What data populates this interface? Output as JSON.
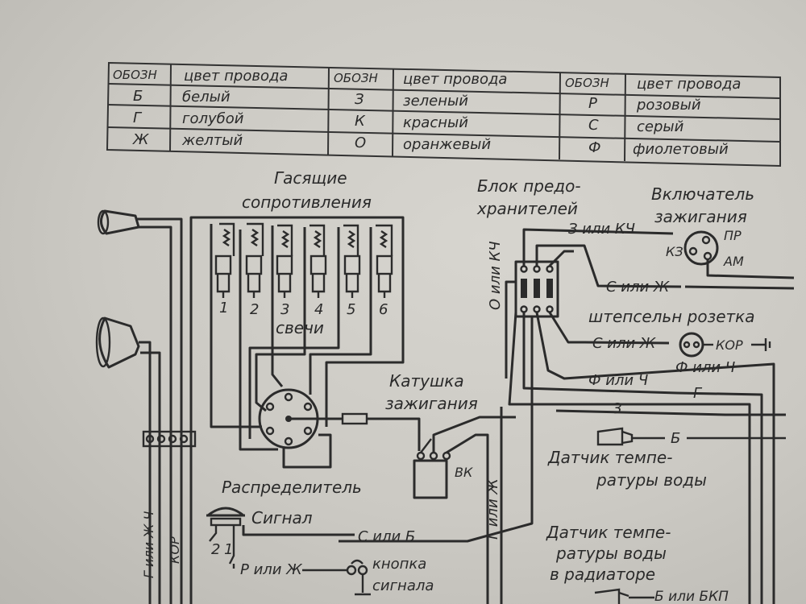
{
  "legend": {
    "header": [
      "ОБОЗН",
      "цвет провода",
      "ОБОЗН",
      "цвет провода",
      "ОБОЗН",
      "цвет провода"
    ],
    "rows": [
      [
        "Б",
        "белый",
        "З",
        "зеленый",
        "Р",
        "розовый"
      ],
      [
        "Г",
        "голубой",
        "К",
        "красный",
        "С",
        "серый"
      ],
      [
        "Ж",
        "желтый",
        "О",
        "оранжевый",
        "Ф",
        "фиолетовый"
      ]
    ]
  },
  "labels": {
    "resistors_1": "Гасящие",
    "resistors_2": "сопротивления",
    "fuse_1": "Блок предо-",
    "fuse_2": "хранителей",
    "ignition_1": "Включатель",
    "ignition_2": "зажигания",
    "sw_kz": "КЗ",
    "sw_pr": "ПР",
    "sw_am": "АМ",
    "plugs": [
      "1",
      "2",
      "3",
      "4",
      "5",
      "6"
    ],
    "plugs_label": "свечи",
    "coil_1": "Катушка",
    "coil_2": "зажигания",
    "vk": "ВК",
    "distributor": "Распределитель",
    "signal": "Сигнал",
    "horn_2": "2",
    "horn_1": "1",
    "button_1": "кнопка",
    "button_2": "сигнала",
    "socket": "штепсельн розетка",
    "sensor_1a": "Датчик темпе-",
    "sensor_1b": "ратуры воды",
    "sensor_2a": "Датчик темпе-",
    "sensor_2b": "ратуры воды",
    "sensor_2c": "в радиаторе"
  },
  "wires": {
    "z_or_kch": "З или КЧ",
    "s_or_zh": "С или Ж",
    "s_or_zh_2": "С или Ж",
    "kor": "КОР",
    "f_or_ch": "Ф или Ч",
    "f_or_ch_2": "Ф или Ч",
    "g": "Г",
    "z": "З",
    "b": "Б",
    "o_or_kch": "О или КЧ",
    "g_or_zh": "Г или Ж",
    "s_or_b": "С или Б",
    "r_or_zh": "Р или Ж",
    "g_or_zh_ch": "Г или Ж Ч",
    "kor_vertical": "КОР",
    "b_or_bkp": "Б или БКП"
  }
}
